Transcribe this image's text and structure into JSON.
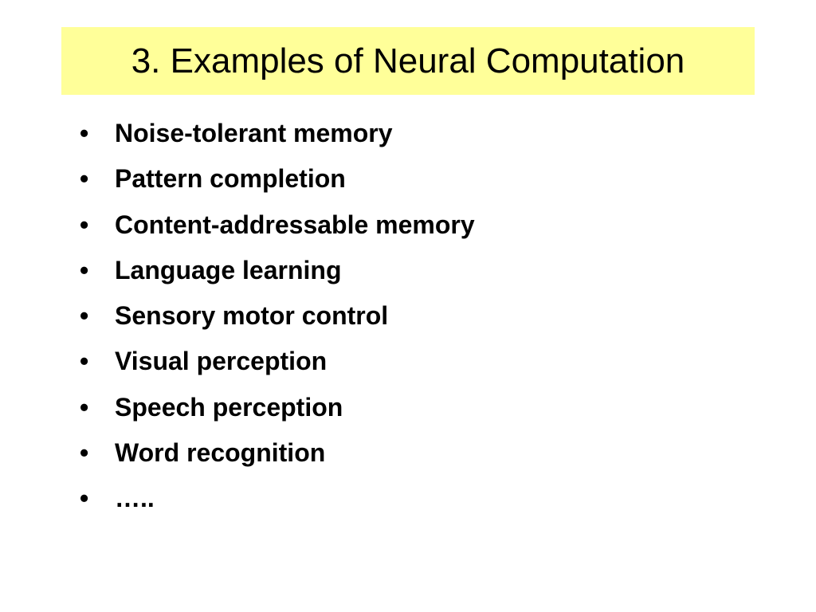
{
  "slide": {
    "title": "3. Examples of Neural Computation",
    "title_bg_color": "#ffff99",
    "bullet_glyph": "•",
    "items": [
      "Noise-tolerant memory",
      "Pattern completion",
      "Content-addressable memory",
      "Language learning",
      "Sensory motor control",
      "Visual perception",
      "Speech perception",
      "Word recognition",
      "….."
    ]
  }
}
